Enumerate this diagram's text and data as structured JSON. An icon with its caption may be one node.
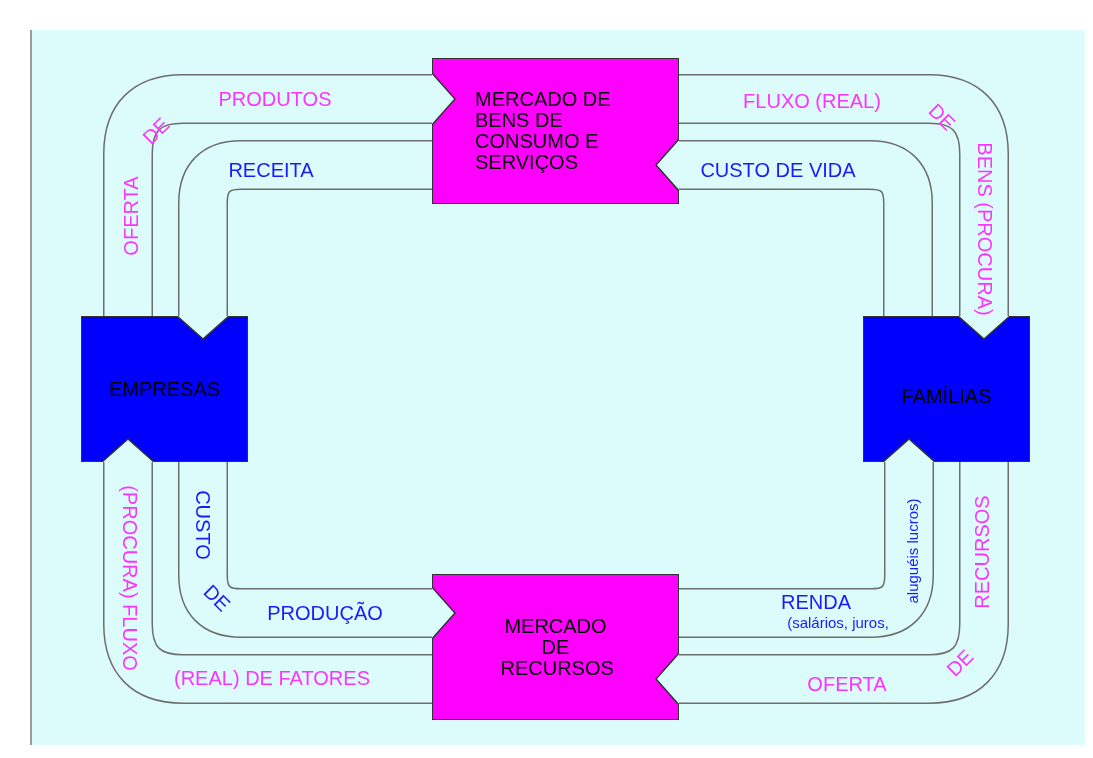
{
  "diagram": {
    "nodes": [
      {
        "text": [
          "MERCADO DE BENS DE CONSUMO E SERVIÇOS"
        ]
      },
      {
        "text": [
          "EMPRESAS"
        ]
      },
      {
        "text": [
          "FAMÍLIAS"
        ]
      },
      {
        "text": [
          "MERCADO DE RECURSOS"
        ]
      }
    ],
    "edges": [
      {
        "from": 1,
        "to": 0,
        "arrow": "to"
      },
      {
        "from": 0,
        "to": 1,
        "arrow": "to"
      },
      {
        "from": 0,
        "to": 2,
        "arrow": "to"
      },
      {
        "from": 2,
        "to": 0,
        "arrow": "to"
      },
      {
        "from": 3,
        "to": 2,
        "arrow": "to"
      },
      {
        "from": 2,
        "to": 3,
        "arrow": "to"
      },
      {
        "from": 3,
        "to": 1,
        "arrow": "to"
      },
      {
        "from": 1,
        "to": 3,
        "arrow": "to"
      }
    ],
    "labels": [
      "PRODUTOS",
      "FLUXO (REAL)",
      "DE",
      "DE",
      "RECEITA",
      "CUSTO DE VIDA",
      "OFERTA",
      "BENS (PROCURA)",
      "(PROCURA) FLUXO",
      "CUSTO",
      "aluguéis lucros)",
      "RECURSOS",
      "DE",
      "PRODUÇÃO",
      "RENDA",
      "(salários, juros,",
      "DE",
      "(REAL) DE FATORES",
      "OFERTA"
    ]
  }
}
